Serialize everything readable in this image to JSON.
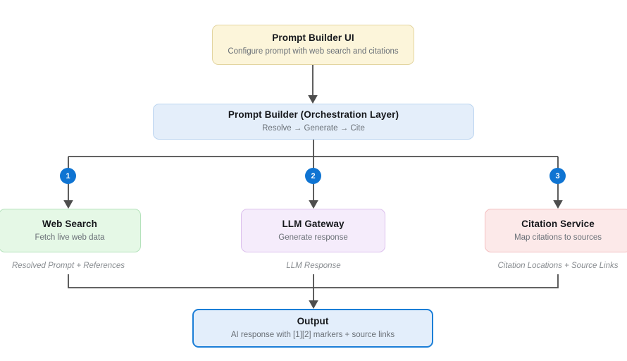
{
  "colors": {
    "background": "#ffffff",
    "connector": "#4d4d4d",
    "step_badge": "#0f74d2",
    "ui_fill": "#fcf5da",
    "ui_border": "#e3d5a0",
    "orchestration_fill": "#e4eefa",
    "orchestration_border": "#bcd5f0",
    "web_search_fill": "#e5f8e6",
    "web_search_border": "#b4e2bb",
    "llm_gateway_fill": "#f5ecfb",
    "llm_gateway_border": "#dcc0ed",
    "citation_fill": "#fce9e9",
    "citation_border": "#f3bec0",
    "output_fill": "#e3eefb",
    "output_border": "#1b7ed7"
  },
  "nodes": {
    "prompt_builder_ui": {
      "title": "Prompt Builder UI",
      "subtitle": "Configure prompt with web search and citations"
    },
    "orchestration": {
      "title": "Prompt Builder (Orchestration Layer)",
      "subtitle": "Resolve → Generate → Cite"
    },
    "web_search": {
      "step": "1",
      "title": "Web Search",
      "subtitle": "Fetch live web data",
      "output_label": "Resolved Prompt + References"
    },
    "llm_gateway": {
      "step": "2",
      "title": "LLM Gateway",
      "subtitle": "Generate response",
      "output_label": "LLM Response"
    },
    "citation_service": {
      "step": "3",
      "title": "Citation Service",
      "subtitle": "Map citations to sources",
      "output_label": "Citation Locations + Source Links"
    },
    "output": {
      "title": "Output",
      "subtitle": "AI response with [1][2] markers + source links"
    }
  }
}
